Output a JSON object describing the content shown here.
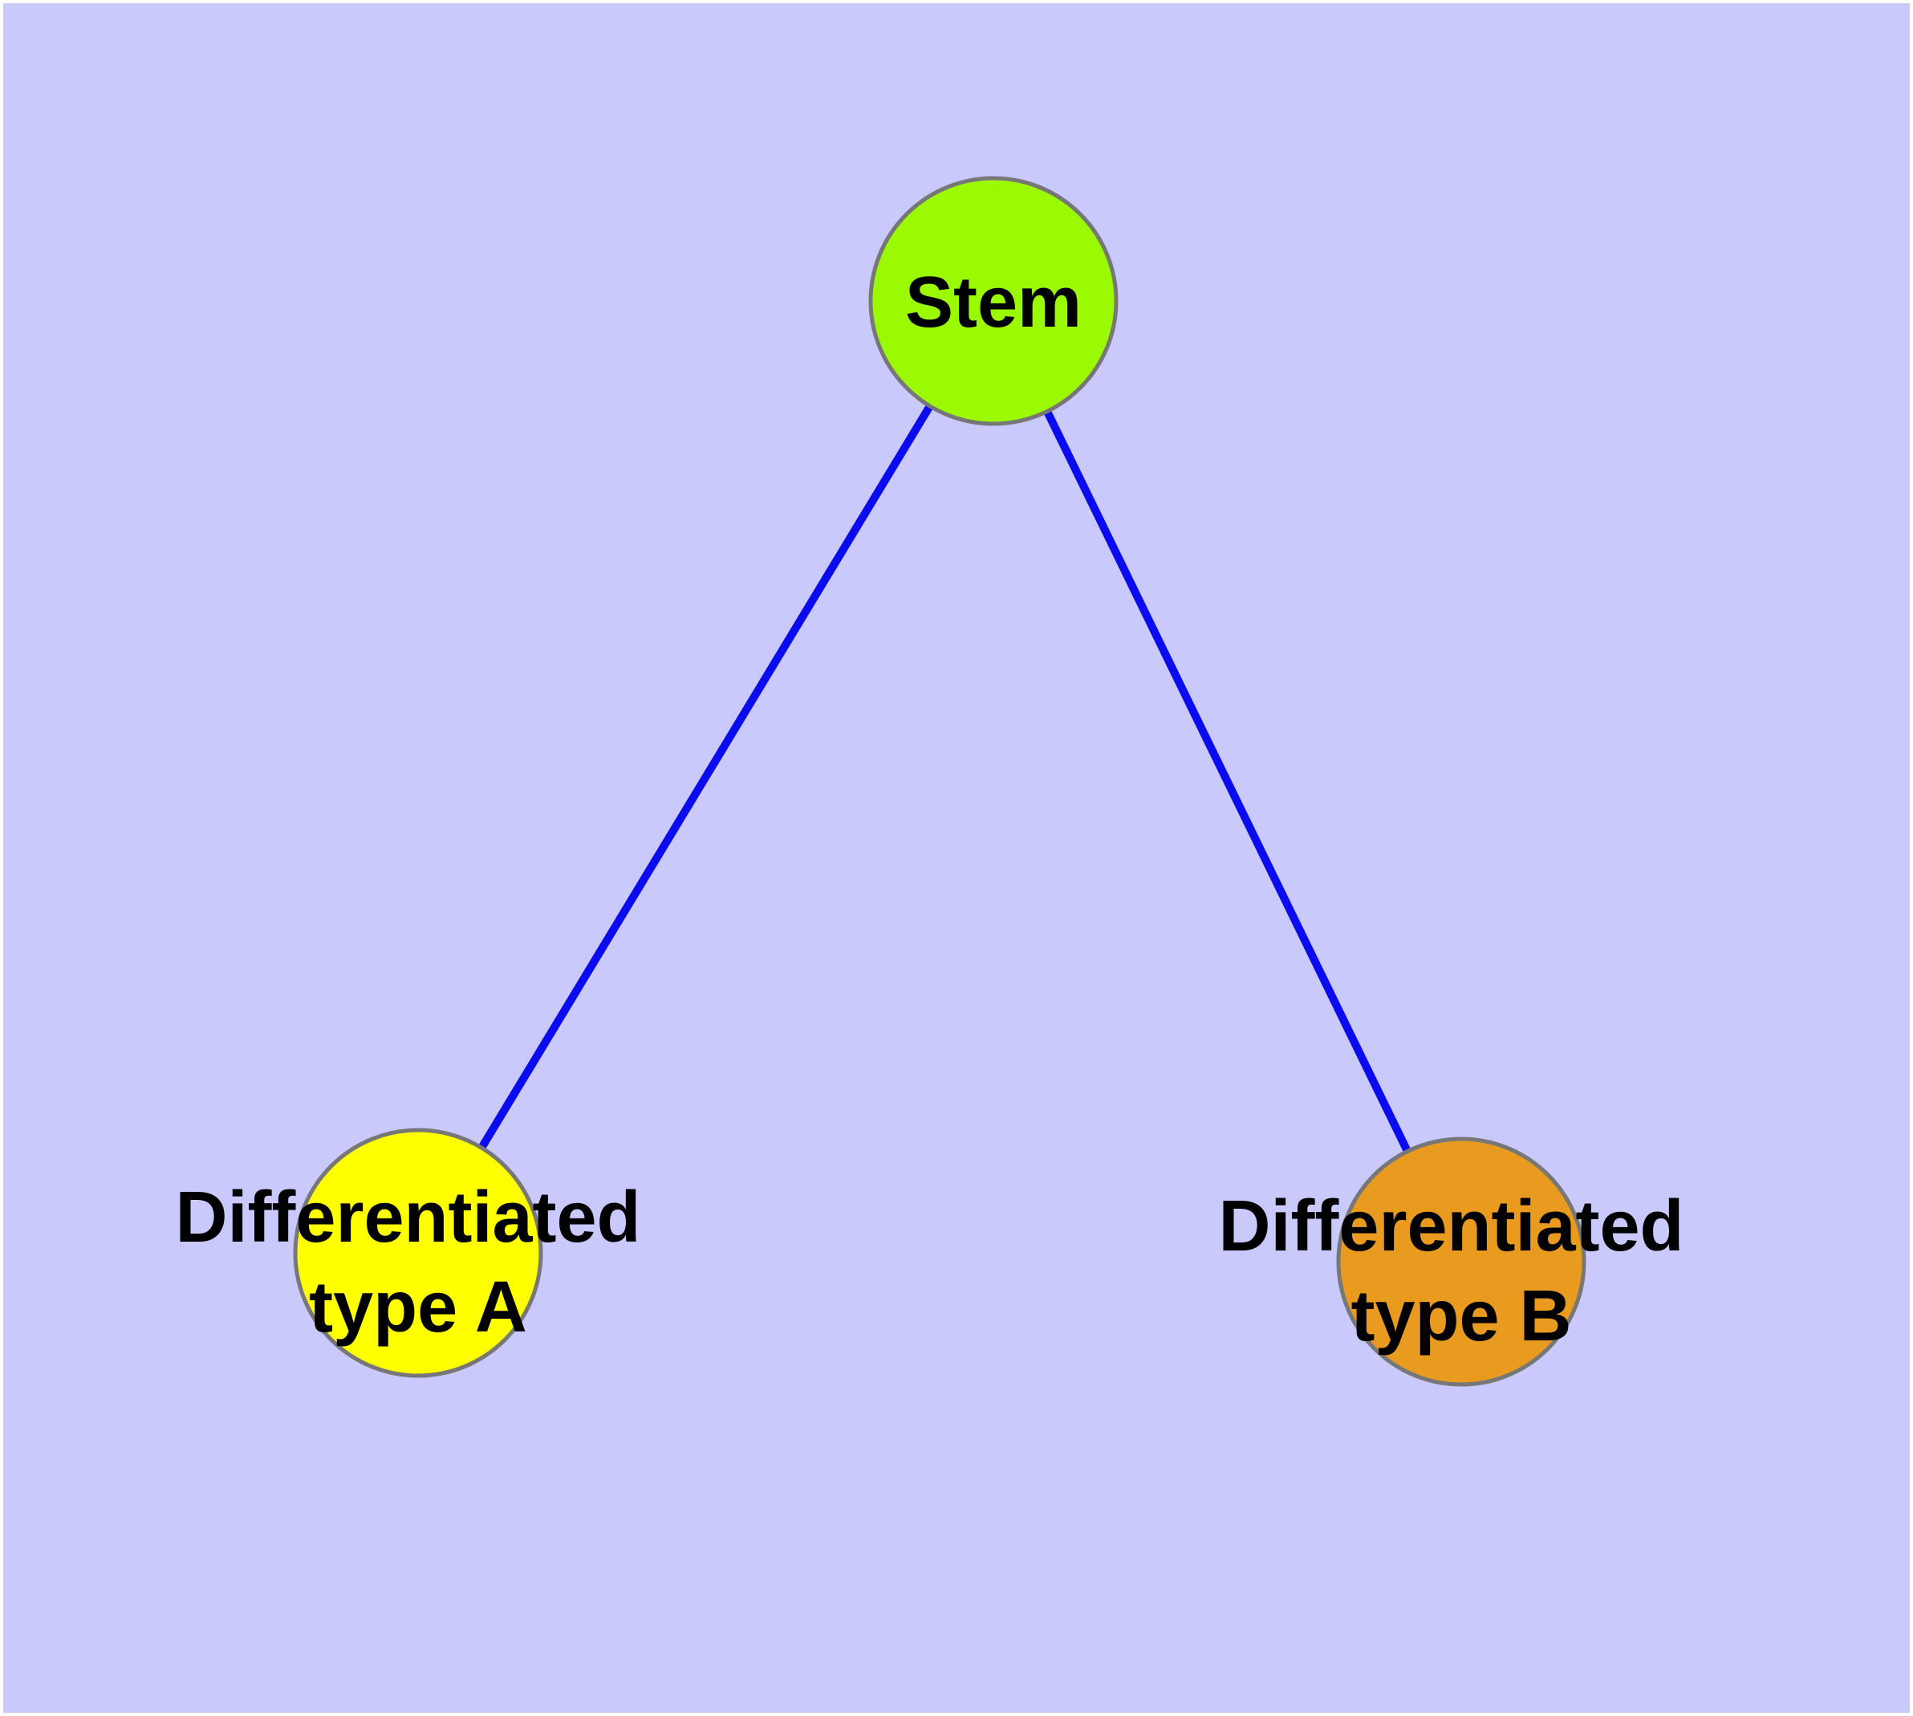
{
  "canvas": {
    "background_color": "#C9C9FB",
    "margin_color": "#FFFFFF"
  },
  "diagram": {
    "type": "node-link-graph",
    "edge_color": "#0B0BEF",
    "node_border_color": "#777777",
    "label_color": "#000000",
    "nodes": {
      "stem": {
        "id": "stem",
        "label": "Stem",
        "fill": "#9BFA02"
      },
      "typeA": {
        "id": "typeA",
        "label_line1": "Differentiated",
        "label_line2": "type A",
        "fill": "#FFFF00"
      },
      "typeB": {
        "id": "typeB",
        "label_line1": "Differentiated",
        "label_line2": "type B",
        "fill": "#E89B1E"
      }
    },
    "edges": [
      {
        "from": "stem",
        "to": "typeA"
      },
      {
        "from": "stem",
        "to": "typeB"
      }
    ]
  }
}
